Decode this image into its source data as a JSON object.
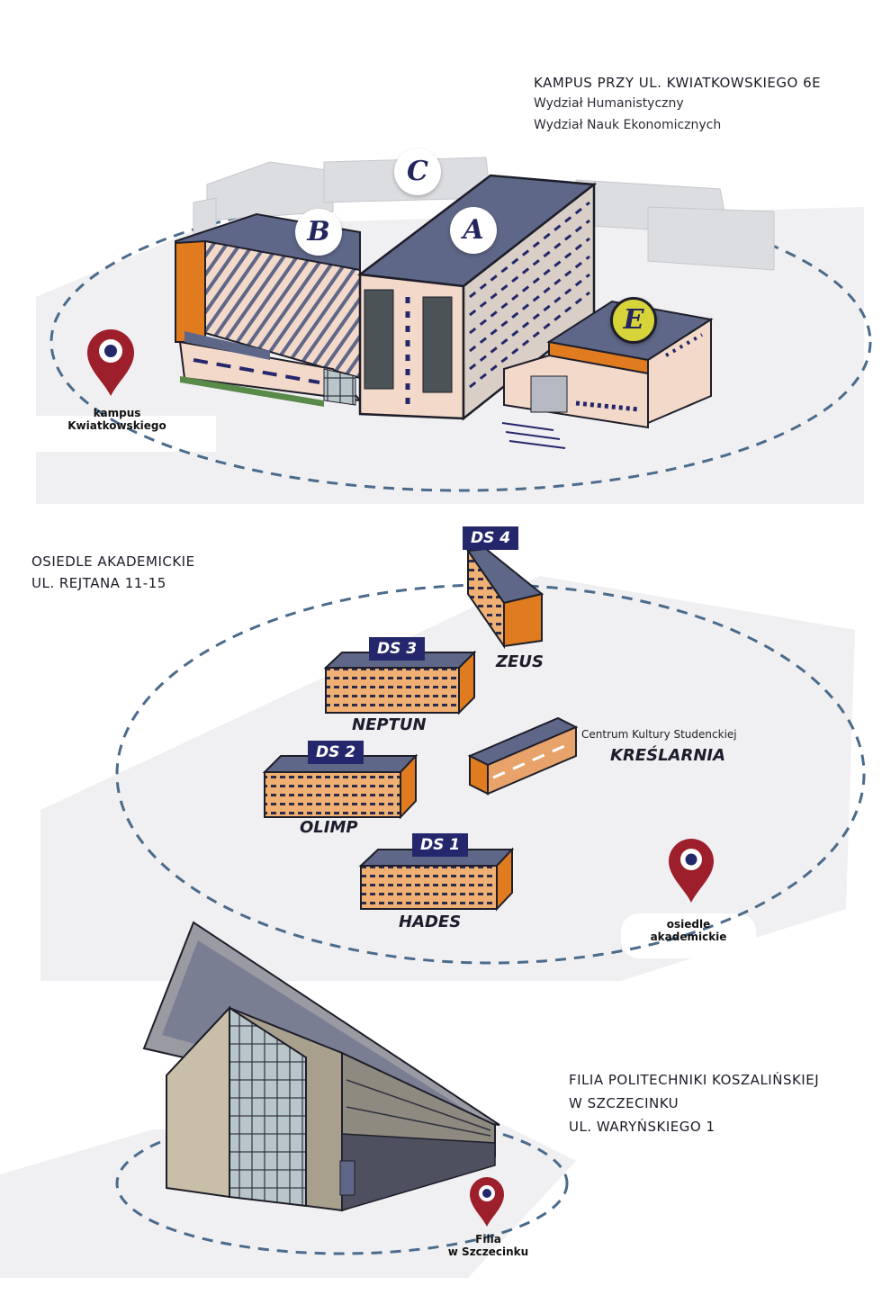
{
  "kampus": {
    "heading": "KAMPUS PRZY UL. KWIATKOWSKIEGO 6E",
    "faculties": [
      "Wydział Humanistyczny",
      "Wydział Nauk Ekonomicznych"
    ],
    "buildings": [
      "A",
      "B",
      "C",
      "E"
    ],
    "pin_label": [
      "kampus",
      "Kwiatkowskiego"
    ]
  },
  "osiedle": {
    "heading": [
      "OSIEDLE AKADEMICKIE",
      "UL. REJTANA 11-15"
    ],
    "dorms": [
      {
        "code": "DS 4",
        "name": "ZEUS"
      },
      {
        "code": "DS 3",
        "name": "NEPTUN"
      },
      {
        "code": "DS 2",
        "name": "OLIMP"
      },
      {
        "code": "DS 1",
        "name": "HADES"
      }
    ],
    "culture_center": {
      "caption": "Centrum Kultury Studenckiej",
      "name": "KREŚLARNIA"
    },
    "pin_label": [
      "osiedle",
      "akademickie"
    ]
  },
  "filia": {
    "heading": [
      "FILIA POLITECHNIKI KOSZALIŃSKIEJ",
      "W SZCZECINKU",
      "UL. WARYŃSKIEGO 1"
    ],
    "pin_label": [
      "Filia",
      "w Szczecinku"
    ]
  },
  "colors": {
    "navy": "#24276b",
    "pin_red": "#9e1f2c",
    "orange": "#e07b1f",
    "facade": "#f3d9c9",
    "roof": "#5e6787",
    "ground": "#f0f0f2",
    "dashed_path": "#4a6b8c",
    "accent_yellow": "#d7d43a"
  },
  "icons": [
    "map-pin-icon"
  ]
}
